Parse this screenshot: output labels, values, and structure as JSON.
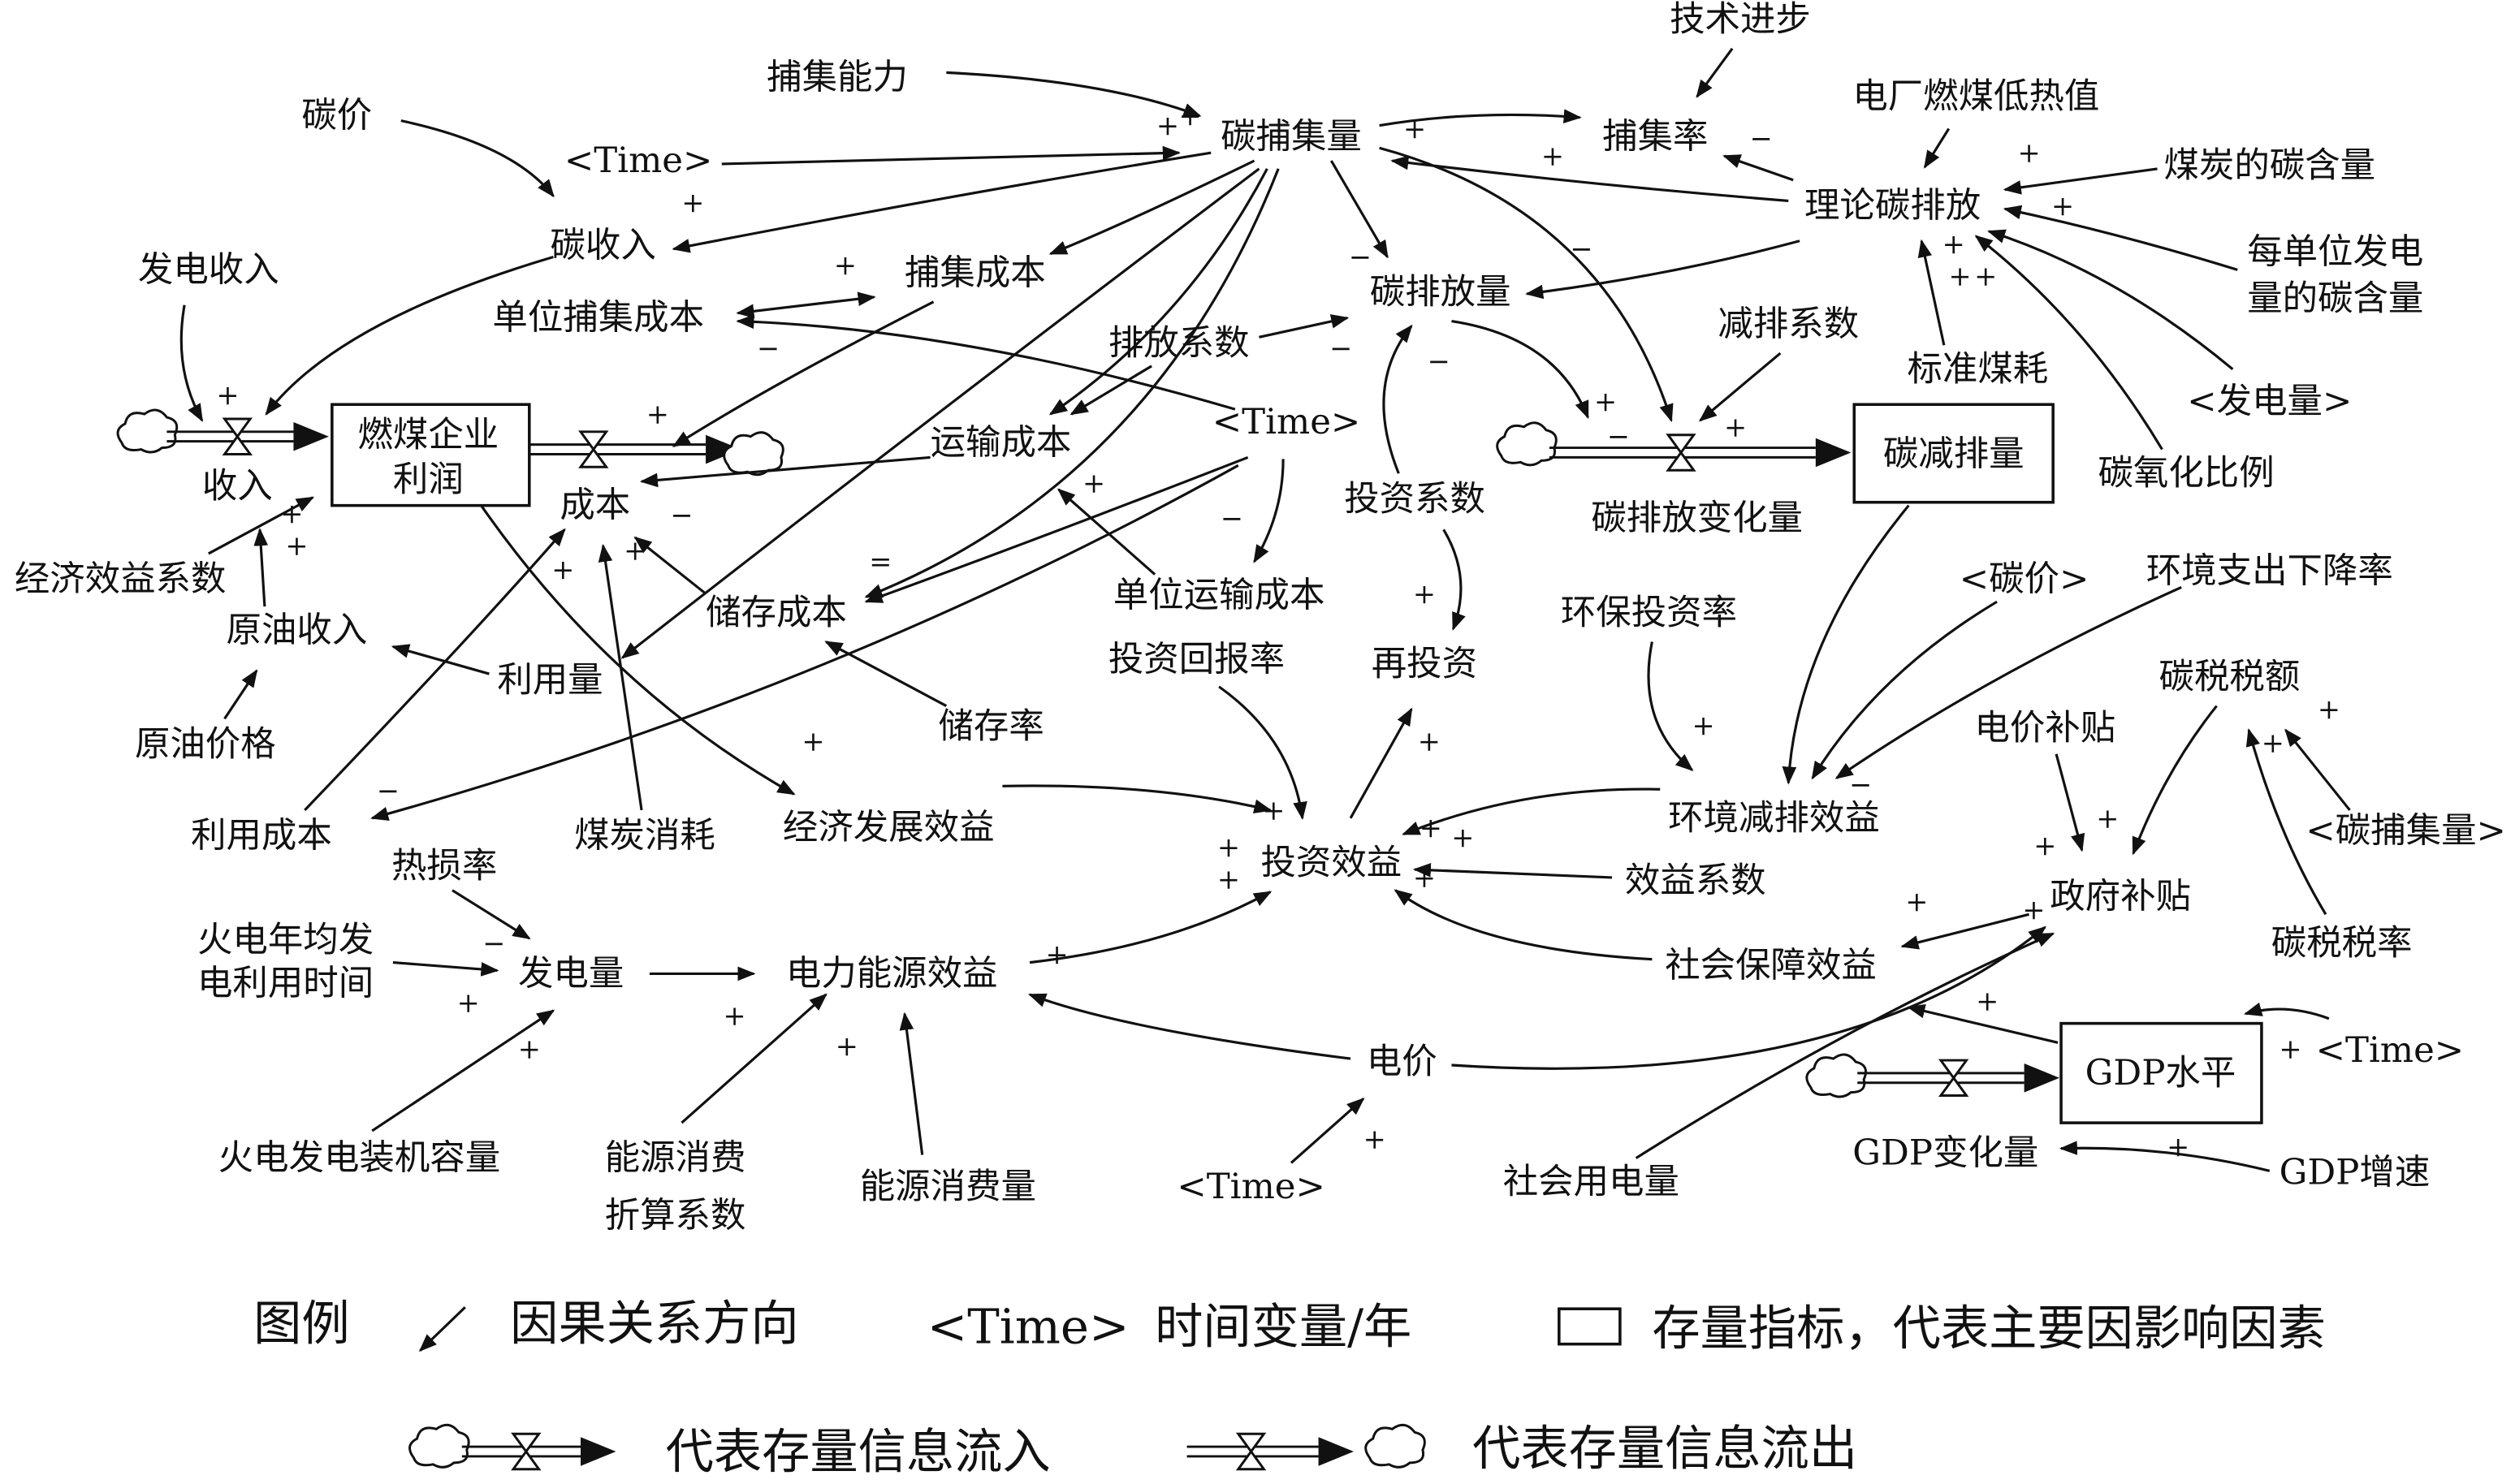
{
  "polarity": {
    "positive": "+",
    "negative": "−"
  },
  "nodes": {
    "tech_progress": "技术进步",
    "capture_capacity": "捕集能力",
    "plant_coal_heat": "电厂燃煤低热值",
    "carbon_price": "碳价",
    "carbon_capture": "碳捕集量",
    "capture_rate": "捕集率",
    "time_1": "<Time>",
    "coal_carbon": "煤炭的碳含量",
    "theory_emission": "理论碳排放",
    "carbon_income": "碳收入",
    "unit_power_carbon": [
      "每单位发电",
      "量的碳含量"
    ],
    "power_income": "发电收入",
    "capture_cost": "捕集成本",
    "carbon_emission": "碳排放量",
    "unit_capture_cost": "单位捕集成本",
    "emission_coef": "排放系数",
    "reduction_coef": "减排系数",
    "std_coal": "标准煤耗",
    "power_gen_ref": "<发电量>",
    "time_2": "<Time>",
    "transport_cost": "运输成本",
    "coal_profit": [
      "燃煤企业",
      "利润"
    ],
    "carbon_reduction": "碳减排量",
    "emission_change": "碳排放变化量",
    "oxidation_ratio": "碳氧化比例",
    "income": "收入",
    "cost": "成本",
    "invest_coef": "投资系数",
    "econ_benefit_coef": "经济效益系数",
    "unit_transport_cost": "单位运输成本",
    "storage_cost": "储存成本",
    "carbon_price_ref": "<碳价>",
    "env_decline_rate": "环境支出下降率",
    "oil_income": "原油收入",
    "env_invest_rate": "环保投资率",
    "invest_return": "投资回报率",
    "reinvest": "再投资",
    "utilization": "利用量",
    "carbon_tax": "碳税税额",
    "storage_rate": "储存率",
    "price_subsidy": "电价补贴",
    "oil_price": "原油价格",
    "env_benefit": "环境减排效益",
    "econ_benefit": "经济发展效益",
    "carbon_capture_ref": "<碳捕集量>",
    "util_cost": "利用成本",
    "coal_consumption": "煤炭消耗",
    "heat_loss": "热损率",
    "invest_benefit": "投资效益",
    "benefit_coef": "效益系数",
    "gov_subsidy": "政府补贴",
    "carbon_tax_rate": "碳税税率",
    "annual_hours": [
      "火电年均发",
      "电利用时间"
    ],
    "power_gen": "发电量",
    "power_benefit": "电力能源效益",
    "social_benefit": "社会保障效益",
    "time_3": "<Time>",
    "gdp_level": "GDP水平",
    "elec_price": "电价",
    "gdp_change": "GDP变化量",
    "gdp_growth": "GDP增速",
    "installed_capacity": "火电发电装机容量",
    "energy_conv": [
      "能源消费",
      "折算系数"
    ],
    "energy_consumption": "能源消费量",
    "time_4": "<Time>",
    "social_power": "社会用电量"
  },
  "legend": {
    "title": "图例",
    "causal": "因果关系方向",
    "time_symbol": "<Time>",
    "time_desc": "时间变量/年",
    "stock_desc": "存量指标，代表主要因影响因素",
    "inflow_desc": "代表存量信息流入",
    "outflow_desc": "代表存量信息流出"
  }
}
